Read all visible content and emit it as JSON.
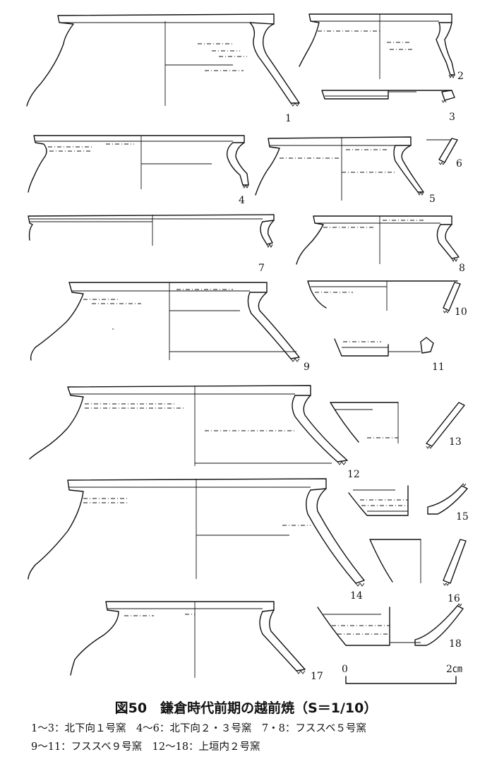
{
  "figure": {
    "caption": "図50　鎌倉時代前期の越前焼（S＝1/10）",
    "legend_lines": [
      "1～3：北下向１号窯　4～6：北下向２・３号窯　7・8：フススベ５号窯",
      "9～11：フススベ９号窯　12～18：上垣内２号窯"
    ]
  },
  "scale_bar": {
    "start_label": "0",
    "end_label": "2㎝"
  },
  "vessels": [
    {
      "number": "1",
      "type": "jar"
    },
    {
      "number": "2",
      "type": "jar"
    },
    {
      "number": "3",
      "type": "jar-rim"
    },
    {
      "number": "4",
      "type": "jar"
    },
    {
      "number": "5",
      "type": "jar"
    },
    {
      "number": "6",
      "type": "rim-fragment"
    },
    {
      "number": "7",
      "type": "jar-rim"
    },
    {
      "number": "8",
      "type": "jar"
    },
    {
      "number": "9",
      "type": "jar"
    },
    {
      "number": "10",
      "type": "bowl"
    },
    {
      "number": "11",
      "type": "base-fragment"
    },
    {
      "number": "12",
      "type": "jar"
    },
    {
      "number": "13",
      "type": "bowl"
    },
    {
      "number": "14",
      "type": "jar"
    },
    {
      "number": "15",
      "type": "mortar-base"
    },
    {
      "number": "16",
      "type": "bowl"
    },
    {
      "number": "17",
      "type": "jar"
    },
    {
      "number": "18",
      "type": "mortar-base"
    }
  ]
}
